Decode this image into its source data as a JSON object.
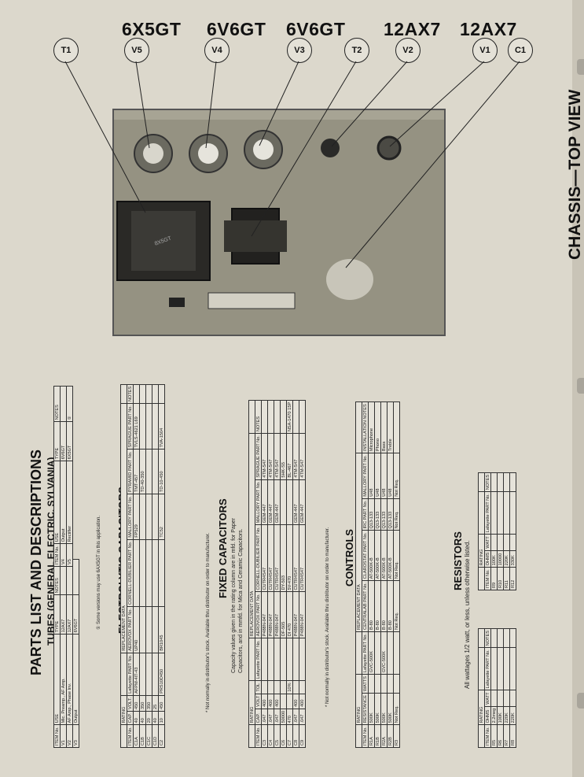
{
  "chassis_title": "CHASSIS—TOP VIEW",
  "tube_labels": [
    "6X5GT",
    "6V6GT",
    "6V6GT",
    "12AX7",
    "12AX7"
  ],
  "callouts": [
    "T1",
    "V5",
    "V4",
    "V3",
    "T2",
    "V2",
    "V1",
    "C1"
  ],
  "photo_texts": {
    "transformer_label": "8X5GT"
  },
  "main_title": "PARTS LIST AND DESCRIPTIONS",
  "tubes": {
    "title": "TUBES (GENERAL ELECTRIC, SYLVANIA)",
    "headers": [
      "ITEM No.",
      "USE",
      "TYPE",
      "NOTES"
    ],
    "rows_left": [
      [
        "V1",
        "Mic. Preamp., AF Amp.",
        "12AX7",
        ""
      ],
      [
        "V2",
        "AF Amp., Phase Inv.",
        "12AX7",
        ""
      ],
      [
        "V3",
        "Output",
        "6V6GT",
        ""
      ]
    ],
    "rows_right": [
      [
        "V4",
        "Output",
        "6V6GT",
        ""
      ],
      [
        "V5",
        "Rectifier",
        "6X5GT",
        "①"
      ]
    ],
    "footnote": "① Some versions may use 6AX5GT in this application."
  },
  "electrolytic": {
    "title": "ELECTROLYTIC CAPACITORS",
    "group_rating": "RATING",
    "group_repl": "REPLACEMENT DATA",
    "headers": [
      "ITEM No.",
      "CAP.",
      "VOLT.",
      "Lafayette PART No.",
      "AEROVOX PART No.",
      "CORNELL-DUBILIER PART No.",
      "MALLORY PART No.",
      "PYRAMID PART No.",
      "SPRAGUE PART No.",
      "NOTES"
    ],
    "rows": [
      [
        "C1A",
        "40",
        "450",
        "AFPM-4IT-43",
        "UP40",
        "FP529",
        "TMT-457",
        "TVLS-4621 L69",
        ""
      ],
      [
        "C1B",
        "40",
        "350",
        "",
        "",
        "",
        "TD-40-350",
        "",
        ""
      ],
      [
        "C1C",
        "20",
        "350",
        "",
        "",
        "",
        "",
        "",
        ""
      ],
      [
        "C1D",
        "40",
        "25",
        "",
        "",
        "",
        "",
        "",
        ""
      ],
      [
        "C2",
        "10",
        "450",
        "PRS10D450",
        "BR1045",
        "TC52",
        "TD-10-450",
        "TVA-1504",
        ""
      ]
    ],
    "footnote": "* Not normally in distributor's stock. Available thru distributor on order to manufacturer."
  },
  "fixed": {
    "title": "FIXED CAPACITORS",
    "sub1": "Capacity values given in the rating column are in mfd. for Paper",
    "sub2": "Capacitors, and in mmfd. for Mica and Ceramic Capacitors.",
    "group_rating": "RATING",
    "group_repl": "REPLACEMENT DATA",
    "headers": [
      "ITEM No.",
      "CAP.",
      "VOLT",
      "TOL",
      "Lafayette PART No.",
      "AEROVOX PART No.",
      "CORNELL-DUBILIER PART No.",
      "MALLORY PART No.",
      "SPRAGUE PART No.",
      "NOTES"
    ],
    "rows": [
      [
        "C3",
        ".047",
        "400",
        "",
        "",
        "P488N-047",
        "CUTR4S47",
        "GEM-447",
        "4TM-S47",
        ""
      ],
      [
        "C4",
        ".047",
        "400",
        "",
        "",
        "P488N-047",
        "CUTR4S47",
        "GEM-447",
        "4TM-S47",
        ""
      ],
      [
        "C5",
        ".047",
        "400",
        "",
        "",
        "P488N-047",
        "CUTR4S47",
        "GEM-447",
        "4TM-S47",
        ""
      ],
      [
        "C6",
        "50000",
        "",
        "",
        "",
        "DF-505",
        "DY-503",
        "",
        "5HK-S5",
        ""
      ],
      [
        "C7",
        "470",
        "",
        "10%",
        "",
        "DI 470",
        "5V-470",
        "",
        "BL-467",
        "NSA-1470 15P"
      ],
      [
        "C8",
        ".047",
        "400",
        "",
        "",
        "P488N-047",
        "CUTR4S47",
        "GEM-447",
        "4TM-S47",
        ""
      ],
      [
        "C9",
        ".047",
        "400",
        "",
        "",
        "P488N-047",
        "CUTR4S47",
        "GEM-447",
        "4TM-S47",
        ""
      ]
    ],
    "footnote": "* Not normally in distributor's stock. Available thru distributor on order to manufacturer."
  },
  "controls": {
    "title": "CONTROLS",
    "group_rating": "RATING",
    "group_repl": "REPLACEMENT DATA",
    "headers": [
      "ITEM No.",
      "RESISTANCE",
      "WATTS",
      "Lafayette PART No.",
      "CENTRALAB PART No.",
      "CLAROSTAT PART No.",
      "IRC PART No.",
      "MALLORY PART No.",
      "INSTALLATION NOTES"
    ],
    "rows": [
      [
        "R1A",
        "500K",
        "",
        "GVC-500K",
        "B-80",
        "AT-500K-B",
        "Q13-133",
        "U48",
        "Microphone"
      ],
      [
        "R1B",
        "500K",
        "",
        "",
        "B-80",
        "AT-500K-B",
        "Q13-133",
        "U48",
        "Phono"
      ],
      [
        "R2A",
        "500K",
        "",
        "GVC-500K",
        "B-80",
        "AT-500K-B",
        "Q13-133",
        "U48",
        "Bass"
      ],
      [
        "R2B",
        "500K",
        "",
        "",
        "B-80",
        "AT-500K-B",
        "Q13-133",
        "U48",
        "Treble"
      ],
      [
        "R3",
        "Not Req.",
        "",
        "",
        "Not Req.",
        "Not Req.",
        "Not Req.",
        "Not Req.",
        ""
      ]
    ]
  },
  "resistors": {
    "title": "RESISTORS",
    "note": "All wattages 1/2 watt, or less, unless otherwise listed.",
    "group_rating": "RATING",
    "headers": [
      "ITEM No.",
      "OHMS",
      "WATT",
      "Lafayette PART No.",
      "NOTES"
    ],
    "rows_left": [
      [
        "R5",
        "2.2meg",
        "",
        ""
      ],
      [
        "R6",
        "100K",
        "",
        ""
      ],
      [
        "R7",
        "220K",
        "",
        ""
      ],
      [
        "R8",
        "220K",
        "",
        ""
      ]
    ],
    "rows_right": [
      [
        "R9",
        "100K",
        "",
        ""
      ],
      [
        "R10",
        "10000",
        "",
        ""
      ],
      [
        "R11",
        "220K",
        "",
        ""
      ],
      [
        "R12",
        "330K",
        "",
        ""
      ]
    ]
  }
}
